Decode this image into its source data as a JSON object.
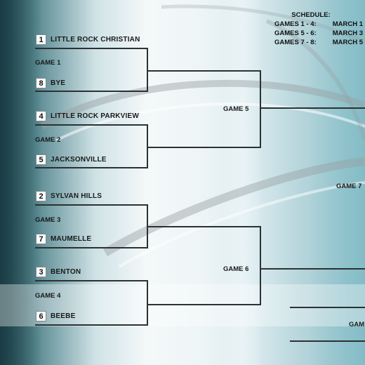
{
  "schedule": {
    "title": "SCHEDULE:",
    "rows": [
      {
        "games": "GAMES 1 - 4:",
        "date": "MARCH 1"
      },
      {
        "games": "GAMES 5 - 6:",
        "date": "MARCH 3"
      },
      {
        "games": "GAMES 7 - 8:",
        "date": "MARCH 5"
      }
    ]
  },
  "round1": [
    {
      "game": "GAME 1",
      "top": {
        "seed": "1",
        "team": "LITTLE ROCK CHRISTIAN"
      },
      "bottom": {
        "seed": "8",
        "team": "BYE"
      }
    },
    {
      "game": "GAME 2",
      "top": {
        "seed": "4",
        "team": "LITTLE ROCK PARKVIEW"
      },
      "bottom": {
        "seed": "5",
        "team": "JACKSONVILLE"
      }
    },
    {
      "game": "GAME 3",
      "top": {
        "seed": "2",
        "team": "SYLVAN HILLS"
      },
      "bottom": {
        "seed": "7",
        "team": "MAUMELLE"
      }
    },
    {
      "game": "GAME 4",
      "top": {
        "seed": "3",
        "team": "BENTON"
      },
      "bottom": {
        "seed": "6",
        "team": "BEEBE"
      }
    }
  ],
  "round2": [
    {
      "game": "GAME 5"
    },
    {
      "game": "GAME 6"
    }
  ],
  "round3": [
    {
      "game": "GAME 7"
    },
    {
      "game": "GAM"
    }
  ],
  "colors": {
    "line": "#2c3133",
    "text": "#1a1a1a",
    "seed_bg": "#ffffff"
  }
}
